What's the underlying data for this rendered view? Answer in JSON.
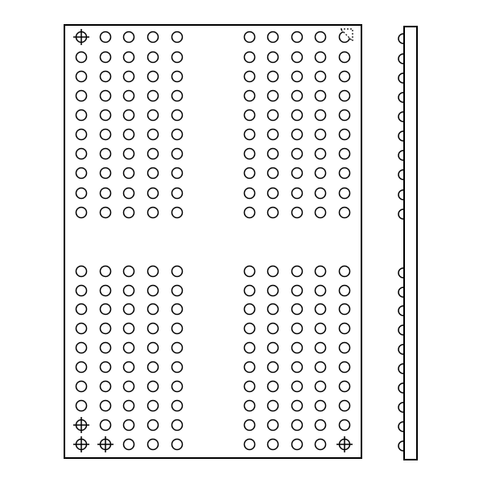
{
  "diagram": {
    "type": "ball-grid-array package outline",
    "line_color": "#000000",
    "background_color": "#ffffff",
    "top_view": {
      "columns": 10,
      "rows": 20,
      "column_groups": [
        [
          1,
          2,
          3,
          4,
          5
        ],
        [
          6,
          7,
          8,
          9,
          10
        ]
      ],
      "row_groups": [
        [
          1,
          2,
          3,
          4,
          5,
          6,
          7,
          8,
          9,
          10
        ],
        [
          11,
          12,
          13,
          14,
          15,
          16,
          17,
          18,
          19,
          20
        ]
      ],
      "ball_total": 200,
      "crosshair_balls": [
        {
          "row": 1,
          "col": 1
        },
        {
          "row": 19,
          "col": 1
        },
        {
          "row": 20,
          "col": 1
        },
        {
          "row": 20,
          "col": 2
        },
        {
          "row": 20,
          "col": 10
        }
      ],
      "pin1_marker_ball": {
        "row": 1,
        "col": 10
      },
      "pin1_marker_icon": "pin1-indicator-icon",
      "crosshair_icon": "crosshair-ball-icon"
    },
    "side_view": {
      "visible_balls": 20
    }
  }
}
